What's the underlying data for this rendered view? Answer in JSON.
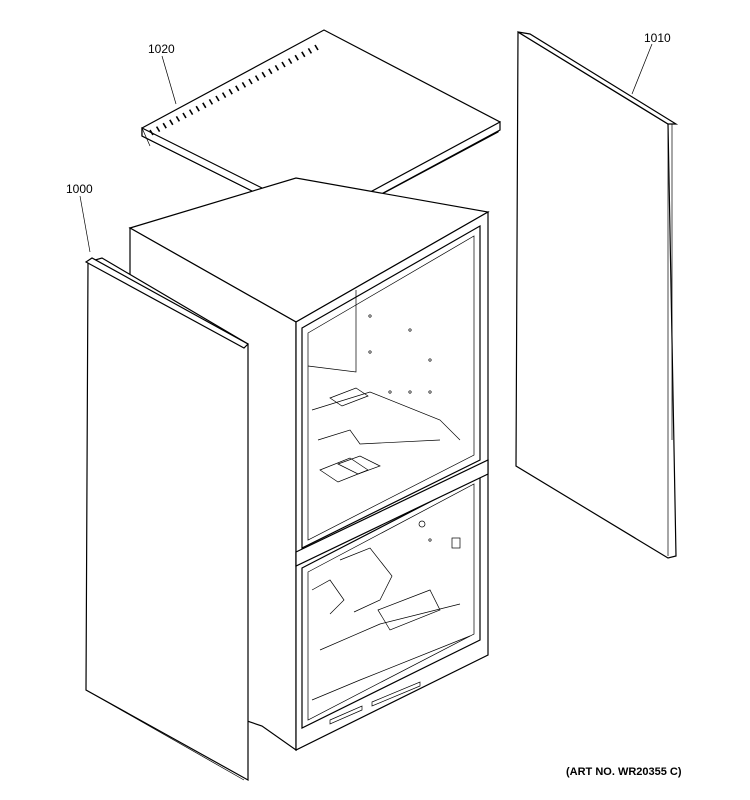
{
  "labels": {
    "top_cover": "1020",
    "left_side_panel": "1000",
    "right_side_panel": "1010"
  },
  "art_number": "(ART NO. WR20355 C)"
}
